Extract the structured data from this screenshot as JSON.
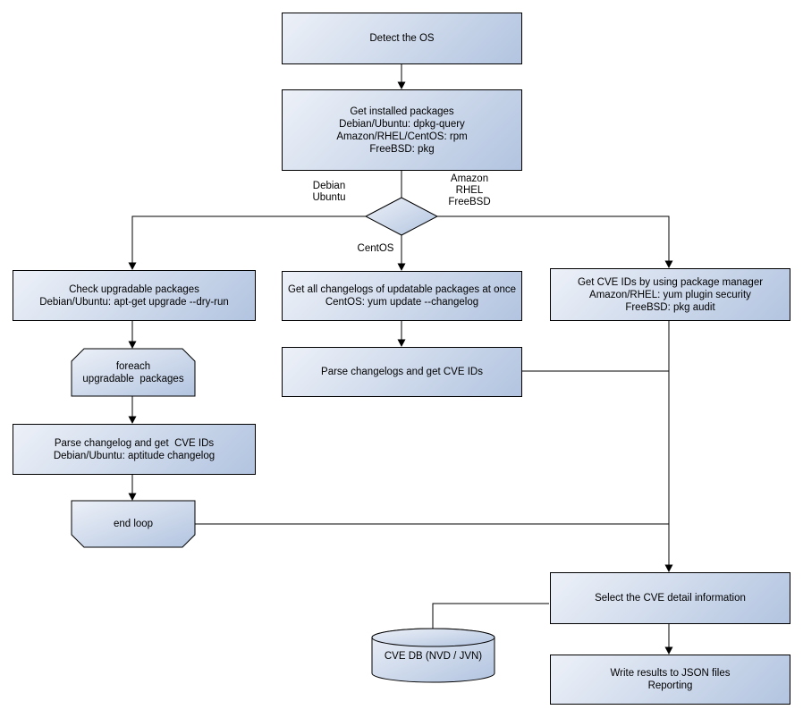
{
  "colors": {
    "node_fill_light": "#edf1f8",
    "node_fill_dark": "#b2c4e0",
    "line": "#000000",
    "background": "#ffffff"
  },
  "nodes": {
    "detect_os": "Detect the OS",
    "get_installed": "Get installed packages\nDebian/Ubuntu: dpkg-query\nAmazon/RHEL/CentOS: rpm\nFreeBSD: pkg",
    "check_upgradable": "Check upgradable packages\nDebian/Ubuntu: apt-get upgrade --dry-run",
    "foreach_loop": "foreach\nupgradable  packages",
    "parse_changelog": "Parse changelog and get  CVE IDs\nDebian/Ubuntu: aptitude changelog",
    "end_loop": "end loop",
    "get_changelogs": "Get all changelogs of updatable packages at once\nCentOS: yum update --changelog",
    "parse_changelogs": "Parse changelogs and get CVE IDs",
    "get_cve_ids": "Get CVE IDs by using package manager\nAmazon/RHEL: yum plugin security\nFreeBSD: pkg audit",
    "select_cve": "Select the CVE detail information",
    "cve_db": "CVE DB (NVD / JVN)",
    "write_results": "Write results to JSON files\nReporting"
  },
  "edge_labels": {
    "left_branch": "Debian\nUbuntu",
    "right_branch": "Amazon\nRHEL\nFreeBSD",
    "down_branch": "CentOS"
  },
  "edges": [
    {
      "from": "detect_os",
      "to": "get_installed"
    },
    {
      "from": "get_installed",
      "to": "os_decision"
    },
    {
      "from": "os_decision",
      "to": "check_upgradable",
      "label": "Debian\nUbuntu"
    },
    {
      "from": "os_decision",
      "to": "get_changelogs",
      "label": "CentOS"
    },
    {
      "from": "os_decision",
      "to": "get_cve_ids",
      "label": "Amazon\nRHEL\nFreeBSD"
    },
    {
      "from": "check_upgradable",
      "to": "foreach_loop"
    },
    {
      "from": "foreach_loop",
      "to": "parse_changelog"
    },
    {
      "from": "parse_changelog",
      "to": "end_loop"
    },
    {
      "from": "end_loop",
      "to": "select_cve"
    },
    {
      "from": "get_changelogs",
      "to": "parse_changelogs"
    },
    {
      "from": "parse_changelogs",
      "to": "select_cve"
    },
    {
      "from": "get_cve_ids",
      "to": "select_cve"
    },
    {
      "from": "cve_db",
      "to": "select_cve"
    },
    {
      "from": "select_cve",
      "to": "write_results"
    }
  ]
}
